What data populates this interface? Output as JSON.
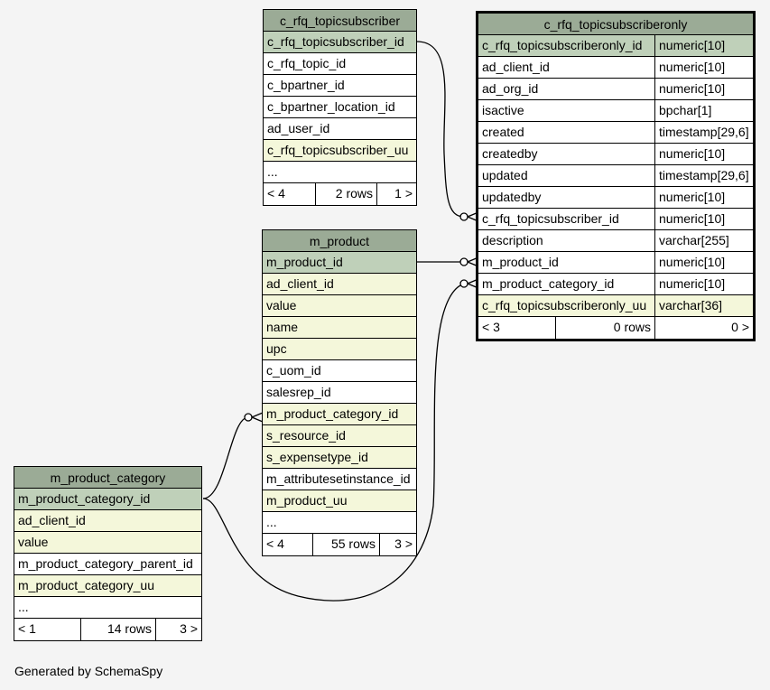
{
  "tables": {
    "subscriber": {
      "name": "c_rfq_topicsubscriber",
      "rows": [
        {
          "name": "c_rfq_topicsubscriber_id",
          "kind": "pk"
        },
        {
          "name": "c_rfq_topic_id",
          "kind": ""
        },
        {
          "name": "c_bpartner_id",
          "kind": ""
        },
        {
          "name": "c_bpartner_location_id",
          "kind": ""
        },
        {
          "name": "ad_user_id",
          "kind": ""
        },
        {
          "name": "c_rfq_topicsubscriber_uu",
          "kind": "idx"
        },
        {
          "name": "...",
          "kind": ""
        }
      ],
      "footer": {
        "parents": "< 4",
        "rows": "2 rows",
        "children": "1 >"
      }
    },
    "subscriberonly": {
      "name": "c_rfq_topicsubscriberonly",
      "rows": [
        {
          "name": "c_rfq_topicsubscriberonly_id",
          "type": "numeric[10]",
          "kind": "pk"
        },
        {
          "name": "ad_client_id",
          "type": "numeric[10]",
          "kind": ""
        },
        {
          "name": "ad_org_id",
          "type": "numeric[10]",
          "kind": ""
        },
        {
          "name": "isactive",
          "type": "bpchar[1]",
          "kind": ""
        },
        {
          "name": "created",
          "type": "timestamp[29,6]",
          "kind": ""
        },
        {
          "name": "createdby",
          "type": "numeric[10]",
          "kind": ""
        },
        {
          "name": "updated",
          "type": "timestamp[29,6]",
          "kind": ""
        },
        {
          "name": "updatedby",
          "type": "numeric[10]",
          "kind": ""
        },
        {
          "name": "c_rfq_topicsubscriber_id",
          "type": "numeric[10]",
          "kind": ""
        },
        {
          "name": "description",
          "type": "varchar[255]",
          "kind": ""
        },
        {
          "name": "m_product_id",
          "type": "numeric[10]",
          "kind": ""
        },
        {
          "name": "m_product_category_id",
          "type": "numeric[10]",
          "kind": ""
        },
        {
          "name": "c_rfq_topicsubscriberonly_uu",
          "type": "varchar[36]",
          "kind": "idx"
        }
      ],
      "footer": {
        "parents": "< 3",
        "rows": "0 rows",
        "children": "0 >"
      }
    },
    "product": {
      "name": "m_product",
      "rows": [
        {
          "name": "m_product_id",
          "kind": "pk"
        },
        {
          "name": "ad_client_id",
          "kind": "idx"
        },
        {
          "name": "value",
          "kind": "idx"
        },
        {
          "name": "name",
          "kind": "idx"
        },
        {
          "name": "upc",
          "kind": "idx"
        },
        {
          "name": "c_uom_id",
          "kind": ""
        },
        {
          "name": "salesrep_id",
          "kind": ""
        },
        {
          "name": "m_product_category_id",
          "kind": "idx"
        },
        {
          "name": "s_resource_id",
          "kind": "idx"
        },
        {
          "name": "s_expensetype_id",
          "kind": "idx"
        },
        {
          "name": "m_attributesetinstance_id",
          "kind": ""
        },
        {
          "name": "m_product_uu",
          "kind": "idx"
        },
        {
          "name": "...",
          "kind": ""
        }
      ],
      "footer": {
        "parents": "< 4",
        "rows": "55 rows",
        "children": "3 >"
      }
    },
    "category": {
      "name": "m_product_category",
      "rows": [
        {
          "name": "m_product_category_id",
          "kind": "pk"
        },
        {
          "name": "ad_client_id",
          "kind": "idx"
        },
        {
          "name": "value",
          "kind": "idx"
        },
        {
          "name": "m_product_category_parent_id",
          "kind": ""
        },
        {
          "name": "m_product_category_uu",
          "kind": "idx"
        },
        {
          "name": "...",
          "kind": ""
        }
      ],
      "footer": {
        "parents": "< 1",
        "rows": "14 rows",
        "children": "3 >"
      }
    }
  },
  "generated_by": "Generated by SchemaSpy"
}
